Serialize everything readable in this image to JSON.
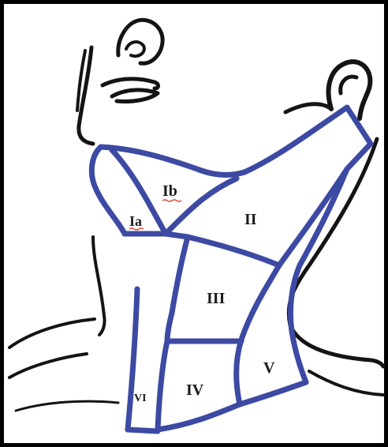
{
  "diagram": {
    "colors": {
      "zone_outline": "#3d4aa3",
      "anatomy_line": "#141414",
      "frame": "#000000",
      "label_text": "#1b1b1b",
      "underline_mark": "#d94a3a"
    },
    "levels": [
      {
        "id": "Ia",
        "label": "Ia"
      },
      {
        "id": "Ib",
        "label": "Ib"
      },
      {
        "id": "II",
        "label": "II"
      },
      {
        "id": "III",
        "label": "III"
      },
      {
        "id": "IV",
        "label": "IV"
      },
      {
        "id": "V",
        "label": "V"
      },
      {
        "id": "VI",
        "label": "VI"
      }
    ]
  }
}
